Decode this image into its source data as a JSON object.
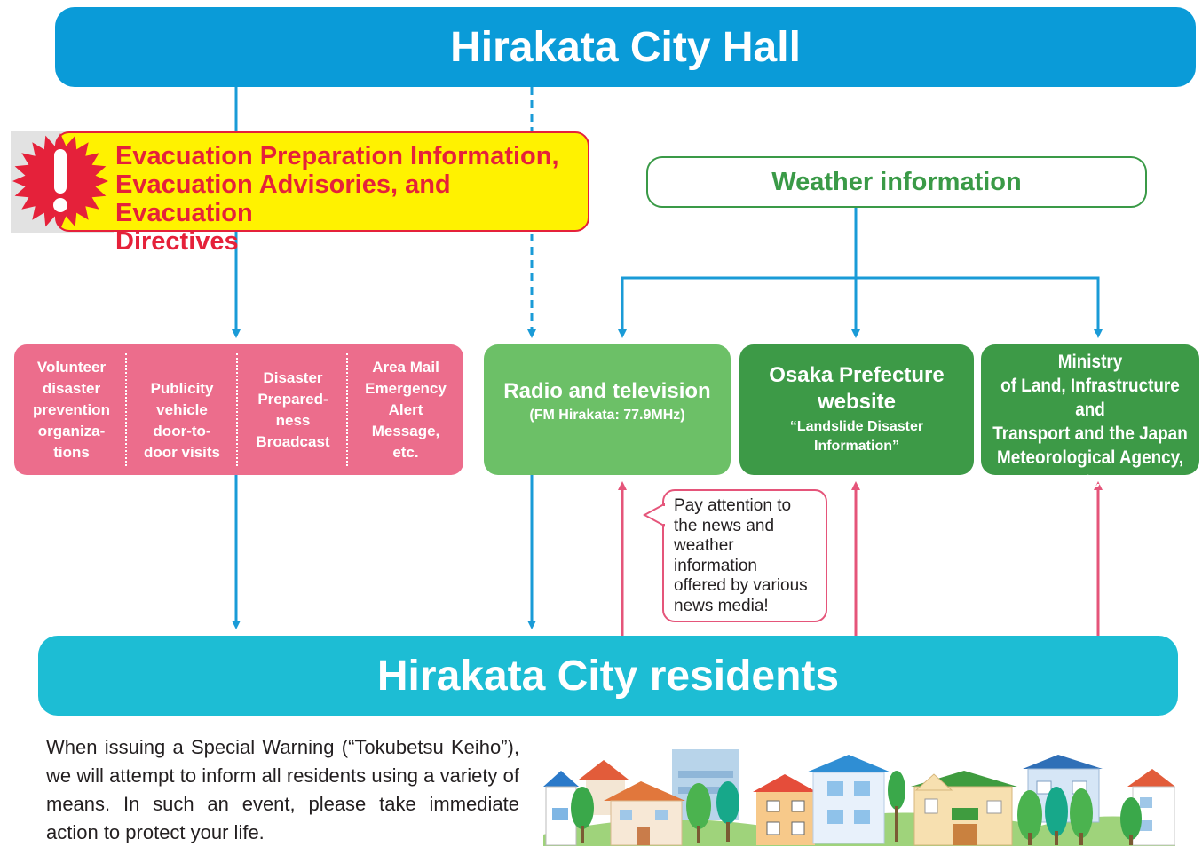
{
  "header": {
    "title": "Hirakata City Hall"
  },
  "alert": {
    "lines": [
      "Evacuation Preparation Information,",
      "Evacuation Advisories, and Evacuation",
      "Directives"
    ],
    "icon": "exclamation-burst-icon"
  },
  "weather": {
    "label": "Weather information"
  },
  "community_channels": {
    "items": [
      {
        "lines": [
          "Volunteer",
          "disaster",
          "prevention",
          "organiza-",
          "tions"
        ]
      },
      {
        "lines": [
          "Publicity",
          "vehicle",
          "door-to-",
          "door visits"
        ]
      },
      {
        "lines": [
          "Disaster",
          "Prepared-",
          "ness",
          "Broadcast"
        ]
      },
      {
        "lines": [
          "Area Mail",
          "Emergency",
          "Alert",
          "Message,",
          "etc."
        ]
      }
    ]
  },
  "radio": {
    "title": "Radio and television",
    "subtitle": "(FM Hirakata: 77.9MHz)"
  },
  "osaka": {
    "title_lines": [
      "Osaka Prefecture",
      "website"
    ],
    "subtitle_lines": [
      "“Landslide Disaster",
      "Information”"
    ]
  },
  "mlit": {
    "lines": [
      "Websites for the Ministry",
      "of Land, Infrastructure and",
      "Transport and the Japan",
      "Meteorological Agency,",
      "etc."
    ]
  },
  "callout": {
    "lines": [
      "Pay attention to",
      "the news and",
      "weather",
      "information",
      "offered by various",
      "news media!"
    ]
  },
  "residents": {
    "label": "Hirakata City residents"
  },
  "footer": {
    "text": "When issuing a Special Warning (“Tokubetsu Keiho”), we will attempt to inform all residents using a variety of means. In such an event, please take immediate action to protect your life."
  },
  "colors": {
    "city_hall_blue": "#0a9bd8",
    "residents_cyan": "#1dbdd4",
    "alert_yellow": "#fff200",
    "alert_red": "#e5213a",
    "pink": "#ec6d8c",
    "light_green": "#6cc067",
    "dark_green": "#3d9a47",
    "arrow_blue": "#1a9bd7",
    "arrow_pink": "#e5557a"
  }
}
